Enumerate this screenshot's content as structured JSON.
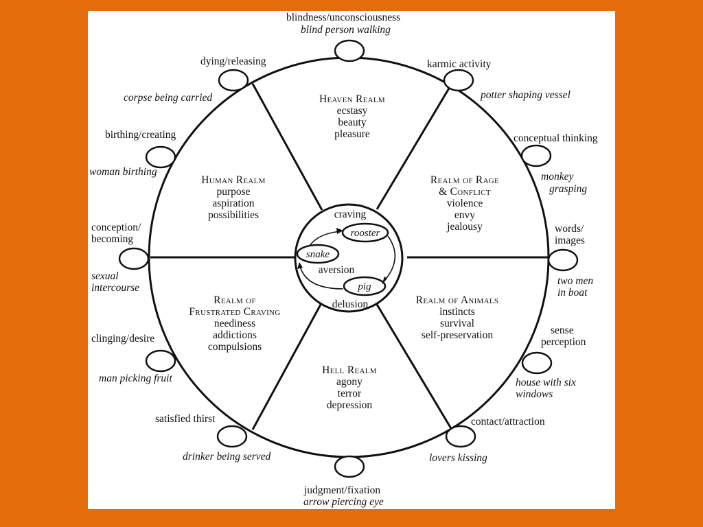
{
  "colors": {
    "frame": "#E46C0A",
    "panel": "#FFFFFF",
    "ink": "#111111"
  },
  "realms": {
    "heaven": {
      "title": "Heaven Realm",
      "lines": [
        "ecstasy",
        "beauty",
        "pleasure"
      ]
    },
    "human": {
      "title": "Human Realm",
      "lines": [
        "purpose",
        "aspiration",
        "possibilities"
      ]
    },
    "rage": {
      "title1": "Realm of Rage",
      "title2": "& Conflict",
      "lines": [
        "violence",
        "envy",
        "jealousy"
      ]
    },
    "animals": {
      "title": "Realm of Animals",
      "lines": [
        "instincts",
        "survival",
        "self-preservation"
      ]
    },
    "hungry": {
      "title1": "Realm of",
      "title2": "Frustrated Craving",
      "lines": [
        "neediness",
        "addictions",
        "compulsions"
      ]
    },
    "hell": {
      "title": "Hell Realm",
      "lines": [
        "agony",
        "terror",
        "depression"
      ]
    }
  },
  "hub": {
    "craving": "craving",
    "aversion": "aversion",
    "delusion": "delusion",
    "rooster": "rooster",
    "snake": "snake",
    "pig": "pig"
  },
  "links": {
    "blindness": {
      "name": "blindness/unconsciousness",
      "image": "blind person walking"
    },
    "karmic": {
      "name": "karmic activity",
      "image": "potter shaping vessel"
    },
    "conceptual": {
      "name": "conceptual thinking",
      "image1": "monkey",
      "image2": "grasping"
    },
    "words": {
      "name1": "words/",
      "name2": "images",
      "image1": "two men",
      "image2": "in boat"
    },
    "sense": {
      "name1": "sense",
      "name2": "perception",
      "image1": "house with six",
      "image2": "windows"
    },
    "contact": {
      "name": "contact/attraction",
      "image": "lovers kissing"
    },
    "judgment": {
      "name": "judgment/fixation",
      "image": "arrow piercing eye"
    },
    "thirst": {
      "name": "satisfied thirst",
      "image": "drinker being served"
    },
    "clinging": {
      "name": "clinging/desire",
      "image": "man picking fruit"
    },
    "conception": {
      "name1": "conception/",
      "name2": "becoming",
      "image1": "sexual",
      "image2": "intercourse"
    },
    "birthing": {
      "name": "birthing/creating",
      "image": "woman birthing"
    },
    "dying": {
      "name": "dying/releasing",
      "image": "corpse being carried"
    }
  }
}
